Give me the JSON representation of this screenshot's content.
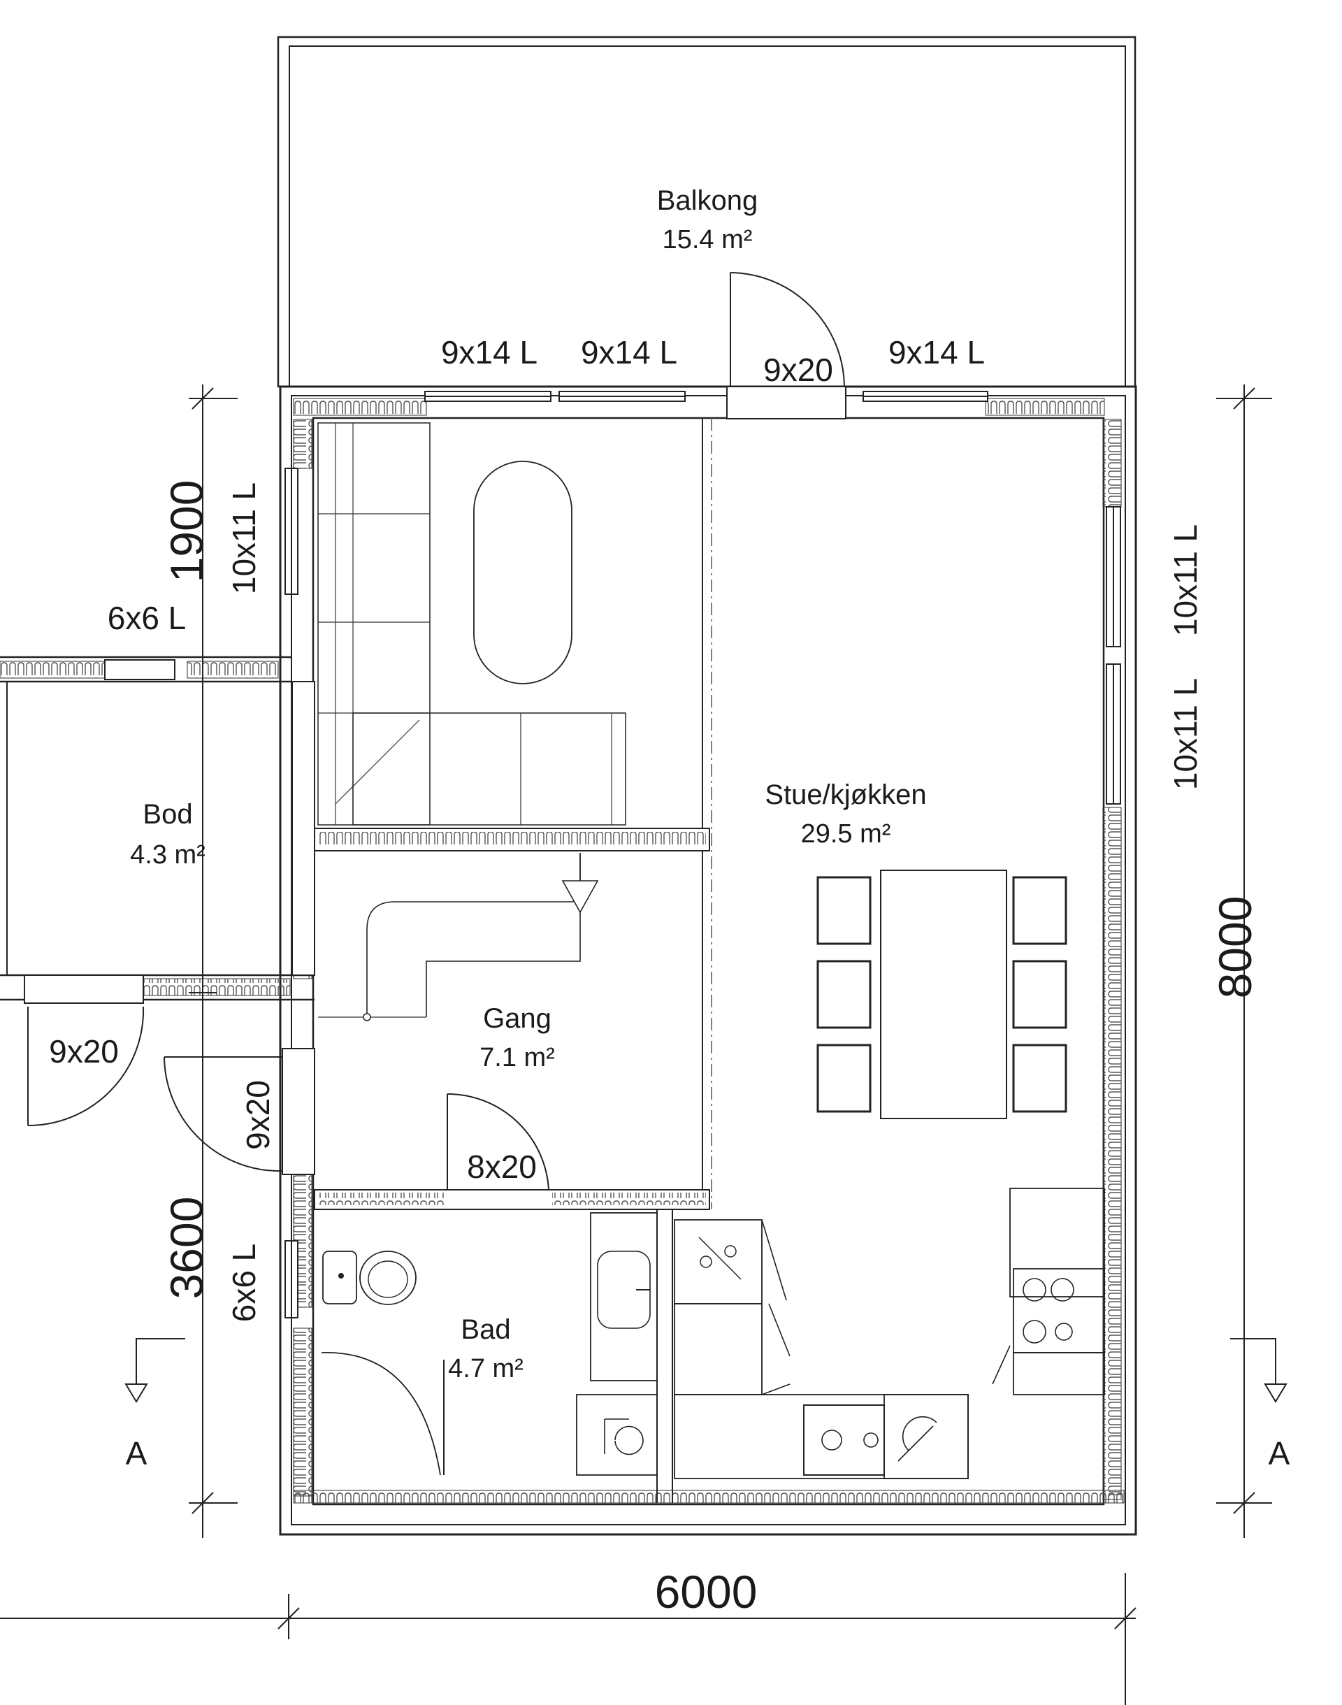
{
  "rooms": {
    "balkong": {
      "name": "Balkong",
      "area": "15.4 m²"
    },
    "stue": {
      "name": "Stue/kjøkken",
      "area": "29.5 m²"
    },
    "bod": {
      "name": "Bod",
      "area": "4.3 m²"
    },
    "gang": {
      "name": "Gang",
      "area": "7.1 m²"
    },
    "bad": {
      "name": "Bad",
      "area": "4.7 m²"
    }
  },
  "openings": {
    "top_window_1": "9x14 L",
    "top_window_2": "9x14 L",
    "top_door": "9x20",
    "top_window_3": "9x14 L",
    "right_window_1": "10x11 L",
    "right_window_2": "10x11 L",
    "left_window_upper": "10x11 L",
    "left_window_small": "6x6 L",
    "bod_door": "9x20",
    "entry_door": "9x20",
    "bath_door": "8x20",
    "bath_window": "6x6 L"
  },
  "dimensions": {
    "width": "6000",
    "depth": "8000",
    "left_upper": "1900",
    "left_lower": "3600"
  },
  "section_marks": {
    "left": "A",
    "right": "A"
  }
}
